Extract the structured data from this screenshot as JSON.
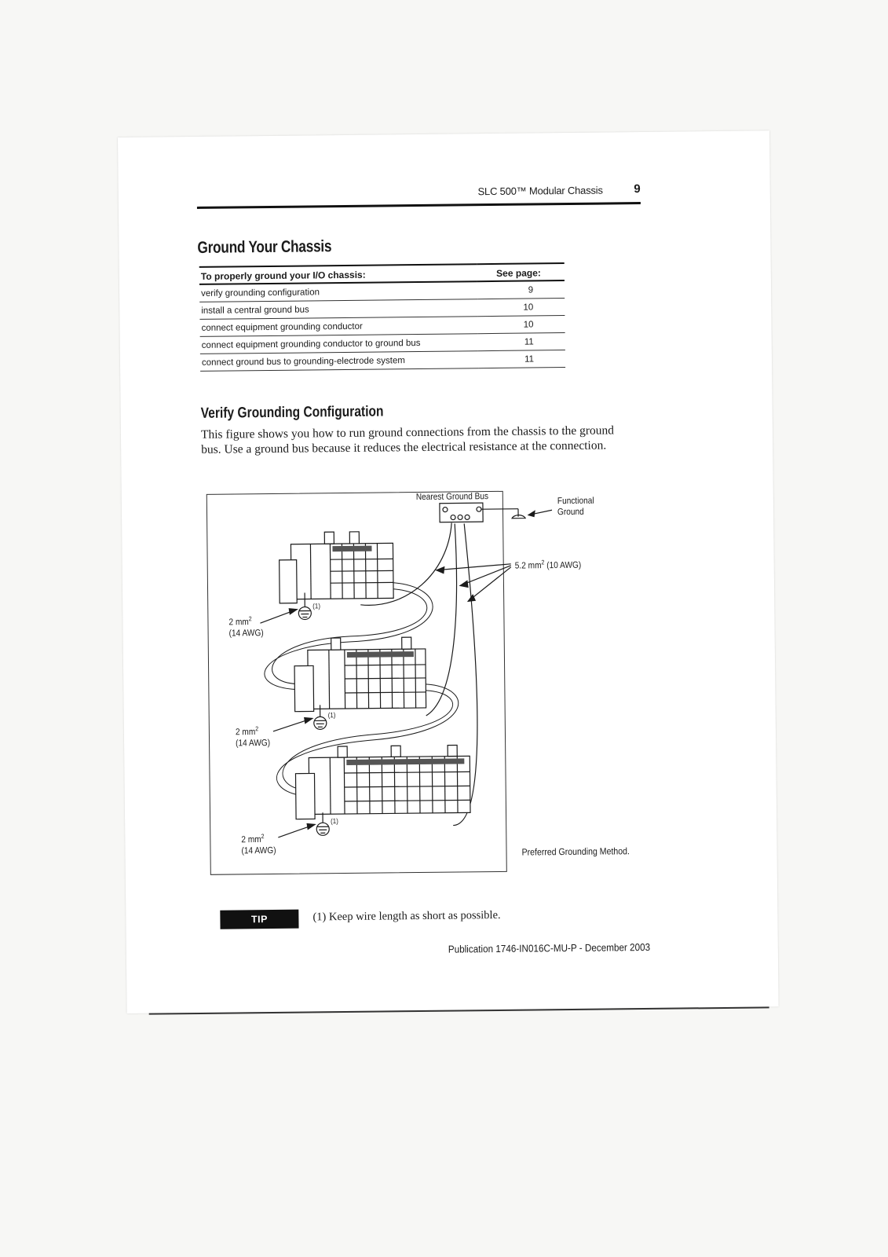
{
  "header": {
    "title": "SLC 500™ Modular Chassis",
    "page_number": "9"
  },
  "section": {
    "title": "Ground Your Chassis"
  },
  "toc": {
    "col_task": "To properly ground your I/O chassis:",
    "col_page": "See page:",
    "rows": [
      {
        "task": "verify grounding configuration",
        "page": "9"
      },
      {
        "task": "install a central ground bus",
        "page": "10"
      },
      {
        "task": "connect equipment grounding conductor",
        "page": "10"
      },
      {
        "task": "connect equipment grounding conductor to ground bus",
        "page": "11"
      },
      {
        "task": "connect ground bus to grounding-electrode system",
        "page": "11"
      }
    ]
  },
  "subsection": {
    "title": "Verify Grounding Configuration",
    "body": "This figure shows you how to run ground connections from the chassis to the ground bus. Use a ground bus because it reduces the electrical resistance at the connection."
  },
  "figure": {
    "nearest_ground_bus": "Nearest Ground Bus",
    "functional_ground_line1": "Functional",
    "functional_ground_line2": "Ground",
    "wire_large": "5.2 mm",
    "wire_large_exp": "2",
    "wire_large_awg": " (10 AWG)",
    "wire_small": "2 mm",
    "wire_small_exp": "2",
    "wire_small_awg": "(14 AWG)",
    "note_marker": "(1)",
    "caption": "Preferred Grounding Method."
  },
  "tip": {
    "label": "TIP",
    "text": "(1) Keep wire length as short as possible."
  },
  "footer": {
    "publication": "Publication 1746-IN016C-MU-P - December 2003"
  }
}
